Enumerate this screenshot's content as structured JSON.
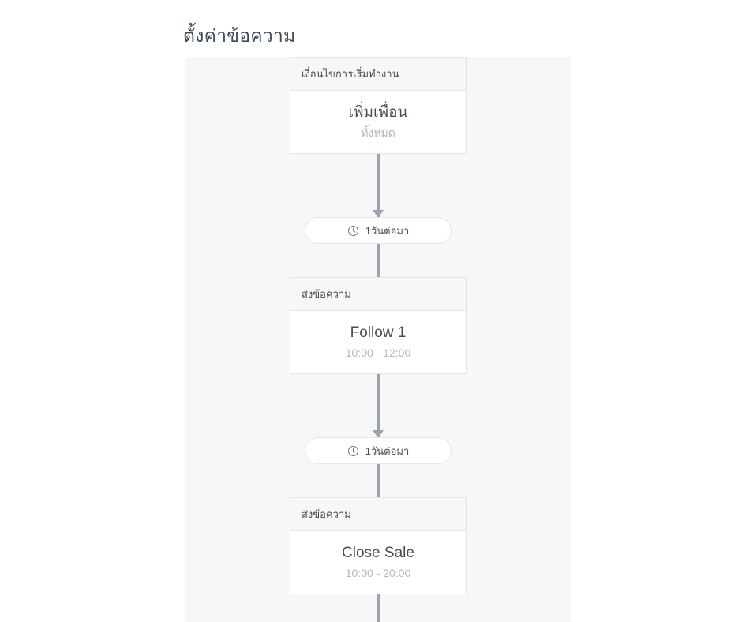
{
  "page": {
    "title": "ตั้งค่าข้อความ"
  },
  "flow": {
    "nodes": [
      {
        "kind": "trigger",
        "header": "เงื่อนไขการเริ่มทำงาน",
        "title": "เพิ่มเพื่อน",
        "subtitle": "ทั้งหมด"
      },
      {
        "kind": "delay",
        "icon": "clock-icon",
        "label": "1วันต่อมา"
      },
      {
        "kind": "message",
        "header": "ส่งข้อความ",
        "title": "Follow 1",
        "subtitle": "10:00 - 12:00"
      },
      {
        "kind": "delay",
        "icon": "clock-icon",
        "label": "1วันต่อมา"
      },
      {
        "kind": "message",
        "header": "ส่งข้อความ",
        "title": "Close Sale",
        "subtitle": "10:00 - 20:00"
      }
    ]
  },
  "colors": {
    "panel_background": "#f6f7f9",
    "card_background": "#ffffff",
    "card_border": "#e2e4e8",
    "header_background": "#f7f7f8",
    "connector": "#9ea2b0",
    "title_text": "#3c4858",
    "muted_text": "#b5b5bd"
  }
}
